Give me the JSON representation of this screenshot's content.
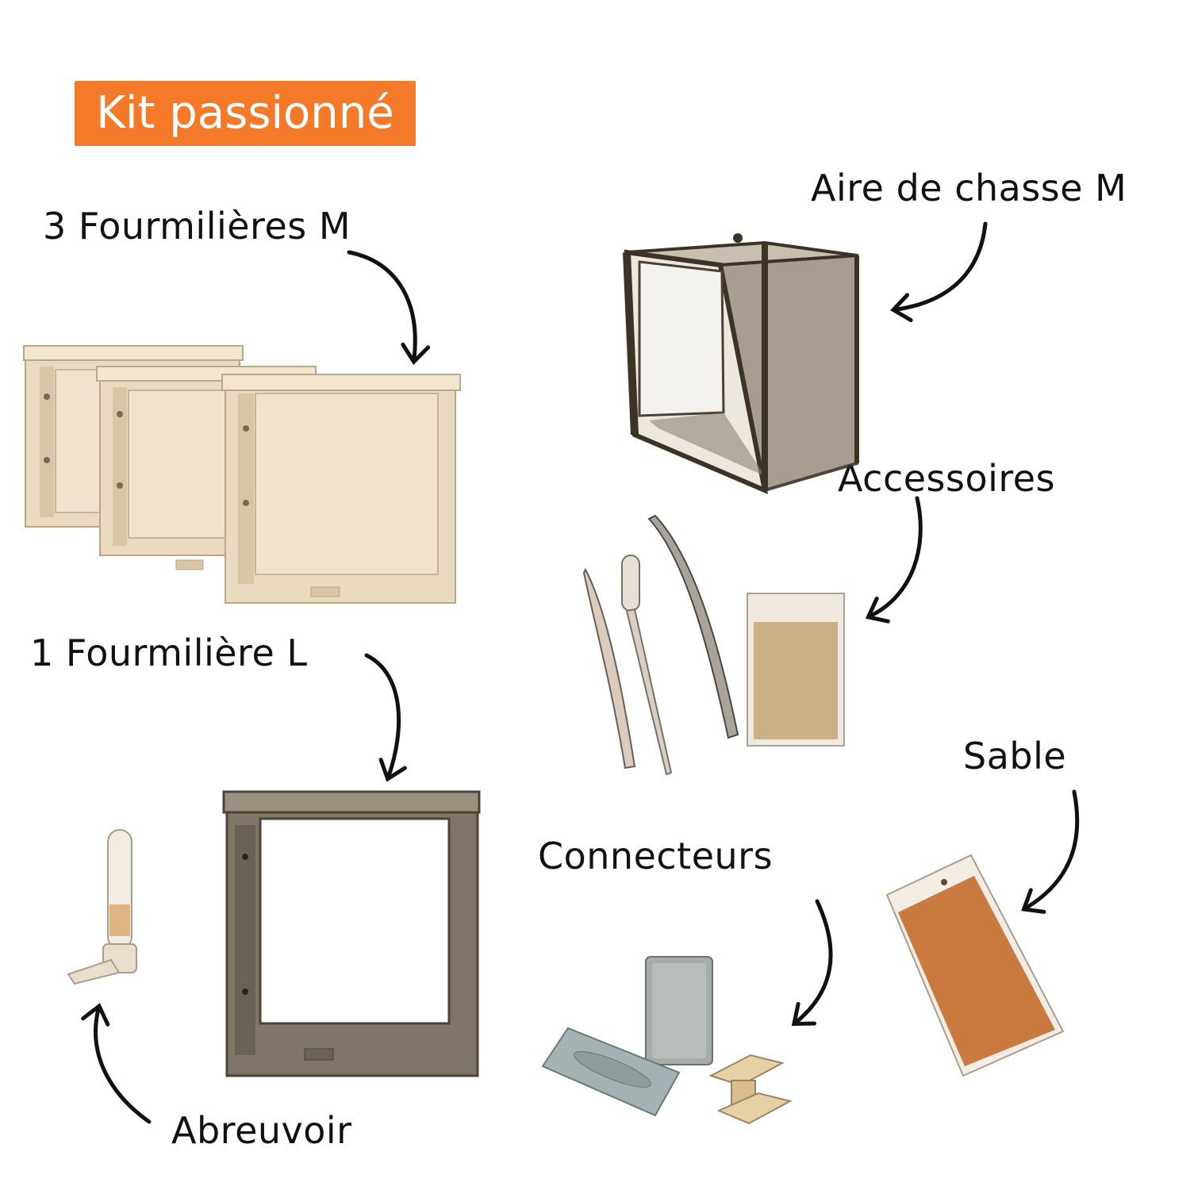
{
  "badge": {
    "text": "Kit passionné",
    "color": "#f47a2a"
  },
  "labels": {
    "fourmilieres_m": "3 Fourmilières M",
    "aire_de_chasse": "Aire de chasse M",
    "accessoires": "Accessoires",
    "fourmiliere_l": "1 Fourmilière L",
    "sable": "Sable",
    "connecteurs": "Connecteurs",
    "abreuvoir": "Abreuvoir"
  },
  "colors": {
    "wood_light": "#ecdcc0",
    "wood_dark": "#7a6f5f",
    "frame_black": "#3b3326",
    "sand": "#c97a3f"
  }
}
